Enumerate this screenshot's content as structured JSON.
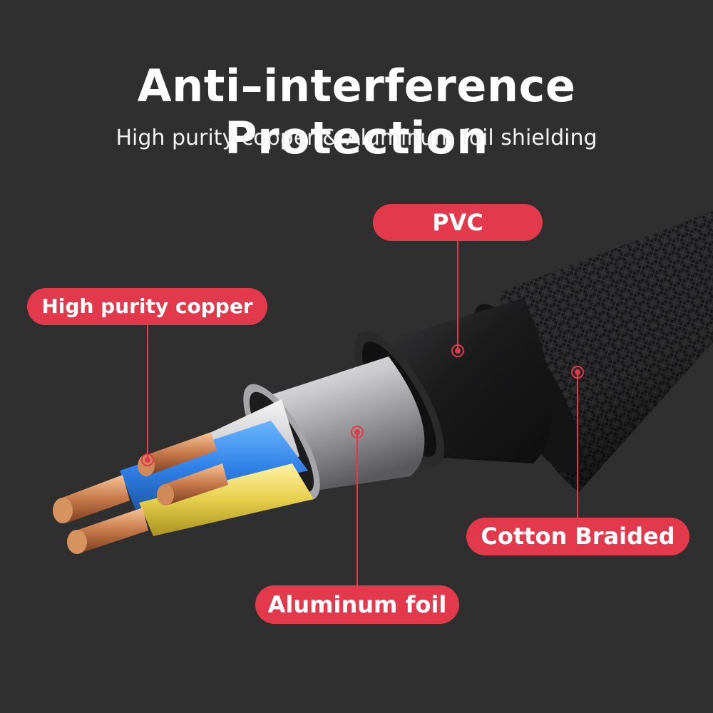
{
  "title": "Anti–interference Protection",
  "subtitle": "High purity copper & Aluminum foil shielding",
  "labels": {
    "pvc": "PVC",
    "copper": "High purity copper",
    "cotton": "Cotton Braided",
    "aluminum": "Aluminum foil"
  },
  "colors": {
    "background": "#2f2f30",
    "accent": "#e23a4c",
    "text": "#ffffff"
  }
}
